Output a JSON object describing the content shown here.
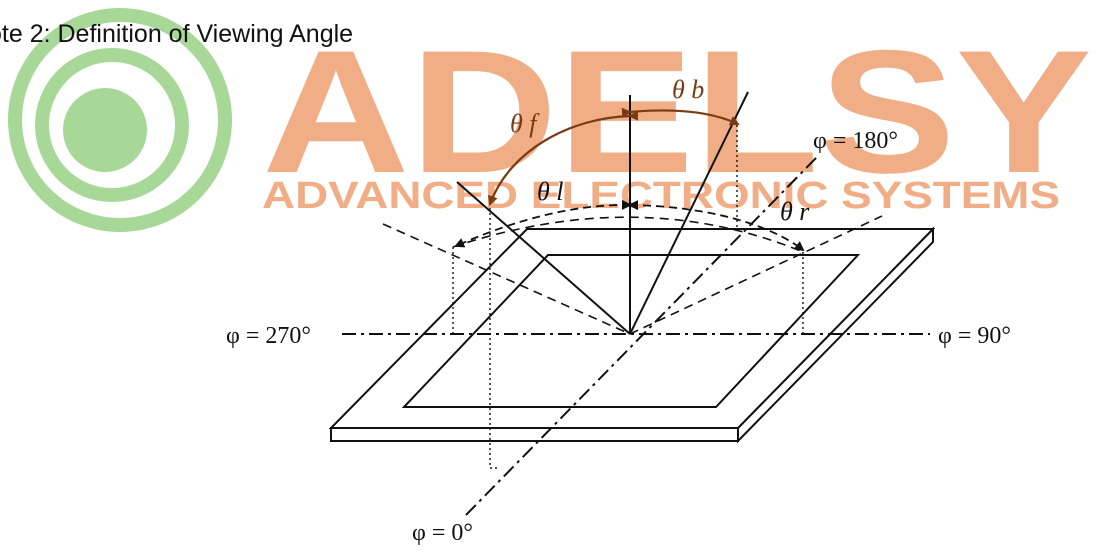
{
  "note": {
    "title": "ote 2: Definition of Viewing Angle"
  },
  "watermark": {
    "brand": "ADELSY",
    "tagline": "ADVANCED ELECTRONIC SYSTEMS",
    "brand_color": "#f0ad86",
    "logo_color": "#a8d898"
  },
  "diagram": {
    "labels": {
      "phi_top": "φ = 180°",
      "phi_right": "φ = 90°",
      "phi_left": "φ = 270°",
      "phi_bottom": "φ = 0°",
      "theta_f": "θ f",
      "theta_b": "θ b",
      "theta_l": "θ l",
      "theta_r": "θ r"
    },
    "arrow_color": "#7a3b12",
    "line_color": "#111111"
  }
}
